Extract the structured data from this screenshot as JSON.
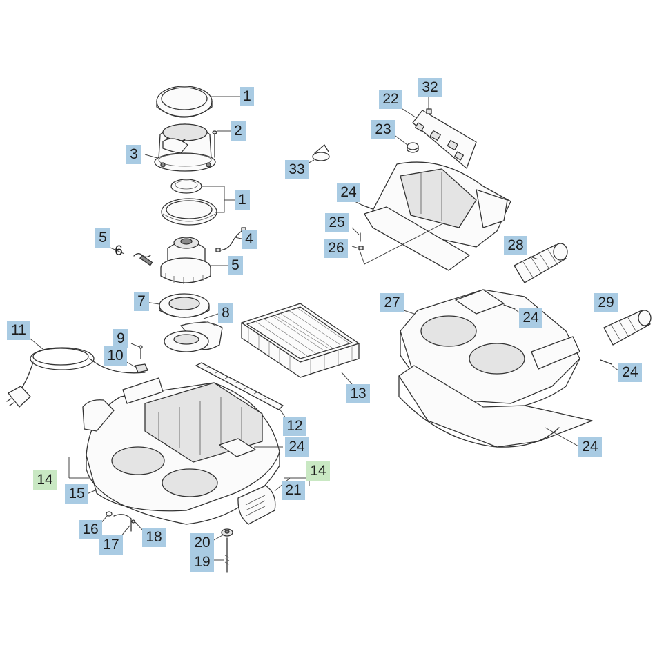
{
  "callouts": [
    {
      "id": "c1a",
      "label": "1",
      "color": "blue"
    },
    {
      "id": "c2",
      "label": "2",
      "color": "blue"
    },
    {
      "id": "c3",
      "label": "3",
      "color": "blue"
    },
    {
      "id": "c1b",
      "label": "1",
      "color": "blue"
    },
    {
      "id": "c4",
      "label": "4",
      "color": "blue"
    },
    {
      "id": "c5a",
      "label": "5",
      "color": "blue"
    },
    {
      "id": "c6",
      "label": "6",
      "color": "plain"
    },
    {
      "id": "c5b",
      "label": "5",
      "color": "blue"
    },
    {
      "id": "c7",
      "label": "7",
      "color": "blue"
    },
    {
      "id": "c8",
      "label": "8",
      "color": "blue"
    },
    {
      "id": "c9",
      "label": "9",
      "color": "blue"
    },
    {
      "id": "c10",
      "label": "10",
      "color": "blue"
    },
    {
      "id": "c11",
      "label": "11",
      "color": "blue"
    },
    {
      "id": "c12",
      "label": "12",
      "color": "blue"
    },
    {
      "id": "c13",
      "label": "13",
      "color": "blue"
    },
    {
      "id": "c14a",
      "label": "14",
      "color": "green"
    },
    {
      "id": "c15",
      "label": "15",
      "color": "blue"
    },
    {
      "id": "c14b",
      "label": "14",
      "color": "green"
    },
    {
      "id": "c21",
      "label": "21",
      "color": "blue"
    },
    {
      "id": "c16",
      "label": "16",
      "color": "blue"
    },
    {
      "id": "c17",
      "label": "17",
      "color": "blue"
    },
    {
      "id": "c18",
      "label": "18",
      "color": "blue"
    },
    {
      "id": "c20",
      "label": "20",
      "color": "blue"
    },
    {
      "id": "c19",
      "label": "19",
      "color": "blue"
    },
    {
      "id": "c24a",
      "label": "24",
      "color": "blue"
    },
    {
      "id": "c32",
      "label": "32",
      "color": "blue"
    },
    {
      "id": "c22",
      "label": "22",
      "color": "blue"
    },
    {
      "id": "c23",
      "label": "23",
      "color": "blue"
    },
    {
      "id": "c33",
      "label": "33",
      "color": "blue"
    },
    {
      "id": "c24b",
      "label": "24",
      "color": "blue"
    },
    {
      "id": "c25",
      "label": "25",
      "color": "blue"
    },
    {
      "id": "c26",
      "label": "26",
      "color": "blue"
    },
    {
      "id": "c28",
      "label": "28",
      "color": "blue"
    },
    {
      "id": "c27",
      "label": "27",
      "color": "blue"
    },
    {
      "id": "c24c",
      "label": "24",
      "color": "blue"
    },
    {
      "id": "c29",
      "label": "29",
      "color": "blue"
    },
    {
      "id": "c24d",
      "label": "24",
      "color": "blue"
    },
    {
      "id": "c24e",
      "label": "24",
      "color": "blue"
    }
  ],
  "colors": {
    "callout_blue": "#a9cbe3",
    "callout_green": "#c9e8c3",
    "line": "#333333"
  }
}
